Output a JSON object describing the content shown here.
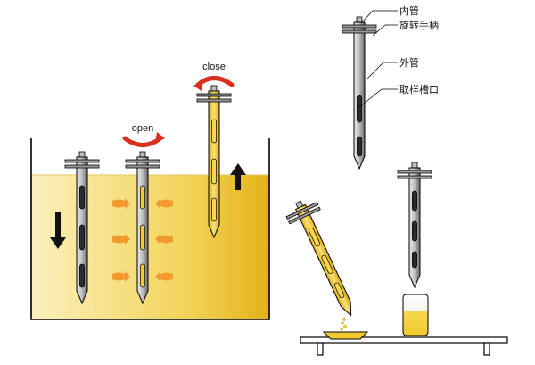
{
  "labels": {
    "close": "close",
    "open": "open",
    "inner_tube": "内管",
    "rotate_handle": "旋转手柄",
    "outer_tube": "外管",
    "sampling_slot": "取样槽口"
  },
  "colors": {
    "liquid_light": "#fbf0bc",
    "liquid_mid": "#f2d45a",
    "liquid_dark": "#e3b21a",
    "tube_light": "#e8e8e8",
    "tube_dark": "#6a6a6a",
    "outline": "#000000",
    "arrow_red": "#d7301f",
    "arrow_orange": "#f29a2e",
    "black_arrow": "#111111"
  }
}
